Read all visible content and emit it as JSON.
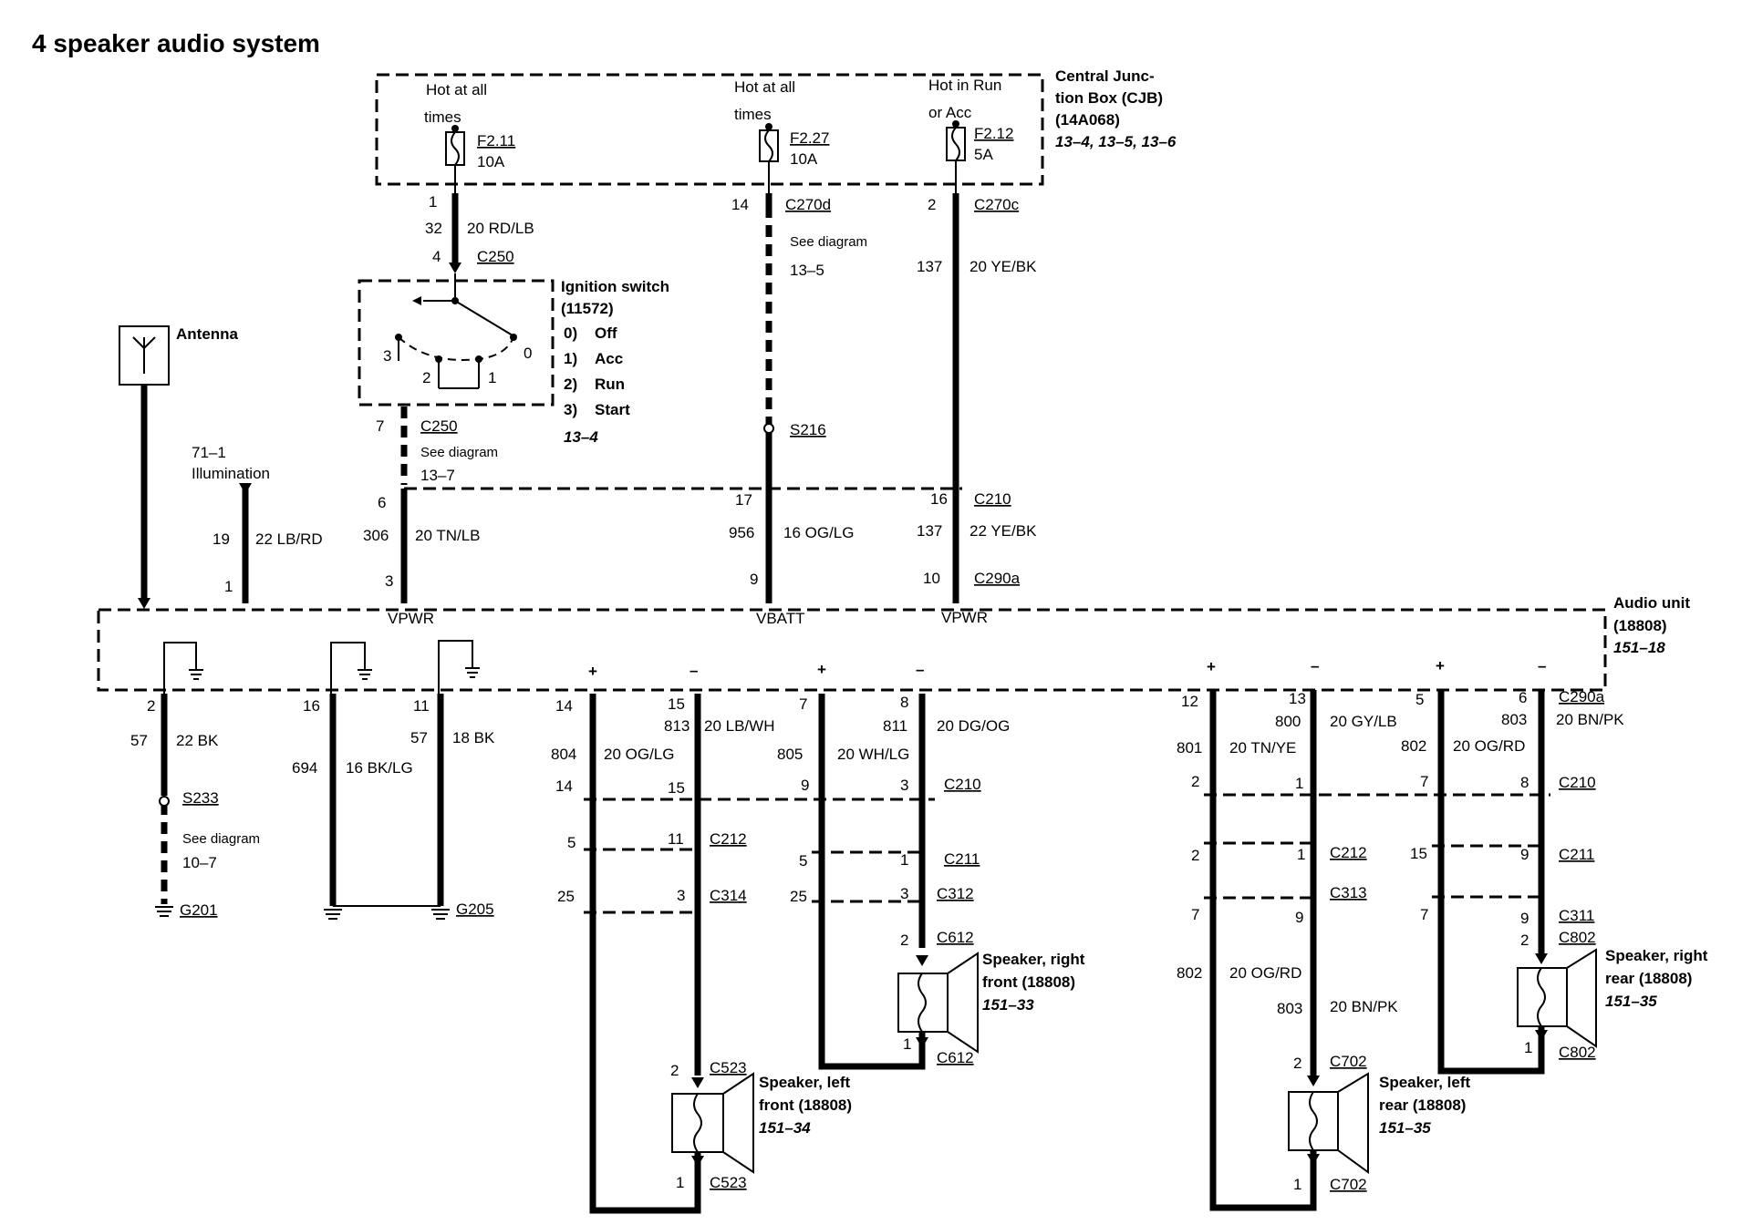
{
  "title": "4 speaker audio system",
  "cjb": {
    "name1": "Central Junc-",
    "name2": "tion Box (CJB)",
    "part": "(14A068)",
    "refs": "13–4, 13–5, 13–6"
  },
  "fuses": [
    {
      "hot1": "Hot at all",
      "hot2": "times",
      "id": "F2.11",
      "amps": "10A",
      "pin": "1"
    },
    {
      "hot1": "Hot at all",
      "hot2": "times",
      "id": "F2.27",
      "amps": "10A",
      "pin": "14",
      "conn": "C270d",
      "note1": "See diagram",
      "note2": "13–5"
    },
    {
      "hot1": "Hot in Run",
      "hot2": "or Acc",
      "id": "F2.12",
      "amps": "5A",
      "pin": "2",
      "conn": "C270c"
    }
  ],
  "ignition": {
    "name": "Ignition switch",
    "part": "(11572)",
    "positions": [
      {
        "n": "0)",
        "label": "Off"
      },
      {
        "n": "1)",
        "label": "Acc"
      },
      {
        "n": "2)",
        "label": "Run"
      },
      {
        "n": "3)",
        "label": "Start"
      }
    ],
    "ref": "13–4",
    "pin_top": "4",
    "circuit_in": "32",
    "wire_in": "20 RD/LB",
    "conn_top": "C250",
    "pin_out": "7",
    "conn_out": "C250",
    "note1": "See diagram",
    "note2": "13–7",
    "term3": "3",
    "term2": "2",
    "term1": "1",
    "term0": "0"
  },
  "antenna": {
    "label": "Antenna"
  },
  "illumination": {
    "ref": "71–1",
    "label": "Illumination",
    "circuit": "19",
    "wire": "22 LB/RD",
    "pin": "1"
  },
  "c210_top": {
    "ign_pin": "6",
    "ign_circuit": "306",
    "ign_wire": "20 TN/LB",
    "ign_au_pin": "3",
    "s216": "S216",
    "batt_pin": "17",
    "batt_circuit": "956",
    "batt_wire": "16 OG/LG",
    "batt_au_pin": "9",
    "acc_circuit_top": "137",
    "acc_wire_top": "20 YE/BK",
    "acc_pin": "16",
    "conn": "C210",
    "acc_circuit": "137",
    "acc_wire": "22 YE/BK",
    "acc_au_pin": "10",
    "au_conn": "C290a"
  },
  "audio_unit": {
    "name": "Audio unit",
    "part": "(18808)",
    "ref": "151–18",
    "vpwr1": "VPWR",
    "vbatt": "VBATT",
    "vpwr2": "VPWR"
  },
  "grounds": [
    {
      "pin": "2",
      "circuit": "57",
      "wire": "22 BK",
      "splice": "S233",
      "note1": "See diagram",
      "note2": "10–7",
      "ground": "G201"
    },
    {
      "pin": "16",
      "circuit": "694",
      "wire": "16 BK/LG"
    },
    {
      "pin": "11",
      "circuit": "57",
      "wire": "18 BK",
      "ground": "G205"
    }
  ],
  "polarity": {
    "plus": "+",
    "minus": "–"
  },
  "speakers": {
    "lf": {
      "pin_p": "14",
      "pin_m": "15",
      "circ_p": "804",
      "circ_m": "813",
      "wire_p": "20 OG/LG",
      "wire_m": "20 LB/WH",
      "c210_p": "14",
      "c210_m": "15",
      "c212_p": "5",
      "c212_m": "11",
      "c212": "C212",
      "c314_p": "25",
      "c314_m": "3",
      "c314": "C314",
      "spk_pin_top": "2",
      "spk_conn_top": "C523",
      "spk_pin_bot": "1",
      "spk_conn_bot": "C523",
      "name1": "Speaker, left",
      "name2": "front (18808)",
      "ref": "151–34"
    },
    "rf": {
      "pin_p": "7",
      "pin_m": "8",
      "circ_p": "805",
      "circ_m": "811",
      "wire_p": "20 WH/LG",
      "wire_m": "20 DG/OG",
      "c210_p": "9",
      "c210_m": "3",
      "c210": "C210",
      "c211_p": "5",
      "c211_m": "1",
      "c211": "C211",
      "c312_p": "25",
      "c312_m": "3",
      "c312": "C312",
      "spk_pin_top": "2",
      "spk_conn_top": "C612",
      "spk_pin_bot": "1",
      "spk_conn_bot": "C612",
      "name1": "Speaker, right",
      "name2": "front (18808)",
      "ref": "151–33"
    },
    "lr": {
      "pin_p": "12",
      "pin_m": "13",
      "circ_p": "801",
      "circ_m": "800",
      "wire_p": "20 TN/YE",
      "wire_m": "20 GY/LB",
      "c210_p": "2",
      "c210_m": "1",
      "c212_p": "2",
      "c212_m": "1",
      "c212": "C212",
      "c313_p": "7",
      "c313_m": "9",
      "c313": "C313",
      "circ_p2": "802",
      "wire_p2": "20 OG/RD",
      "circ_m2": "803",
      "wire_m2": "20 BN/PK",
      "spk_pin_top": "2",
      "spk_conn_top": "C702",
      "spk_pin_bot": "1",
      "spk_conn_bot": "C702",
      "name1": "Speaker, left",
      "name2": "rear (18808)",
      "ref": "151–35"
    },
    "rr": {
      "pin_p": "5",
      "pin_m": "6",
      "circ_p": "802",
      "circ_m": "803",
      "wire_p": "20 OG/RD",
      "wire_m": "20 BN/PK",
      "au_conn": "C290a",
      "c210_p": "7",
      "c210_m": "8",
      "c210": "C210",
      "c211_p": "15",
      "c211_m": "9",
      "c211": "C211",
      "c311_p": "7",
      "c311_m": "9",
      "c311": "C311",
      "spk_pin_top": "2",
      "spk_conn_top": "C802",
      "spk_pin_bot": "1",
      "spk_conn_bot": "C802",
      "name1": "Speaker, right",
      "name2": "rear (18808)",
      "ref": "151–35"
    }
  }
}
